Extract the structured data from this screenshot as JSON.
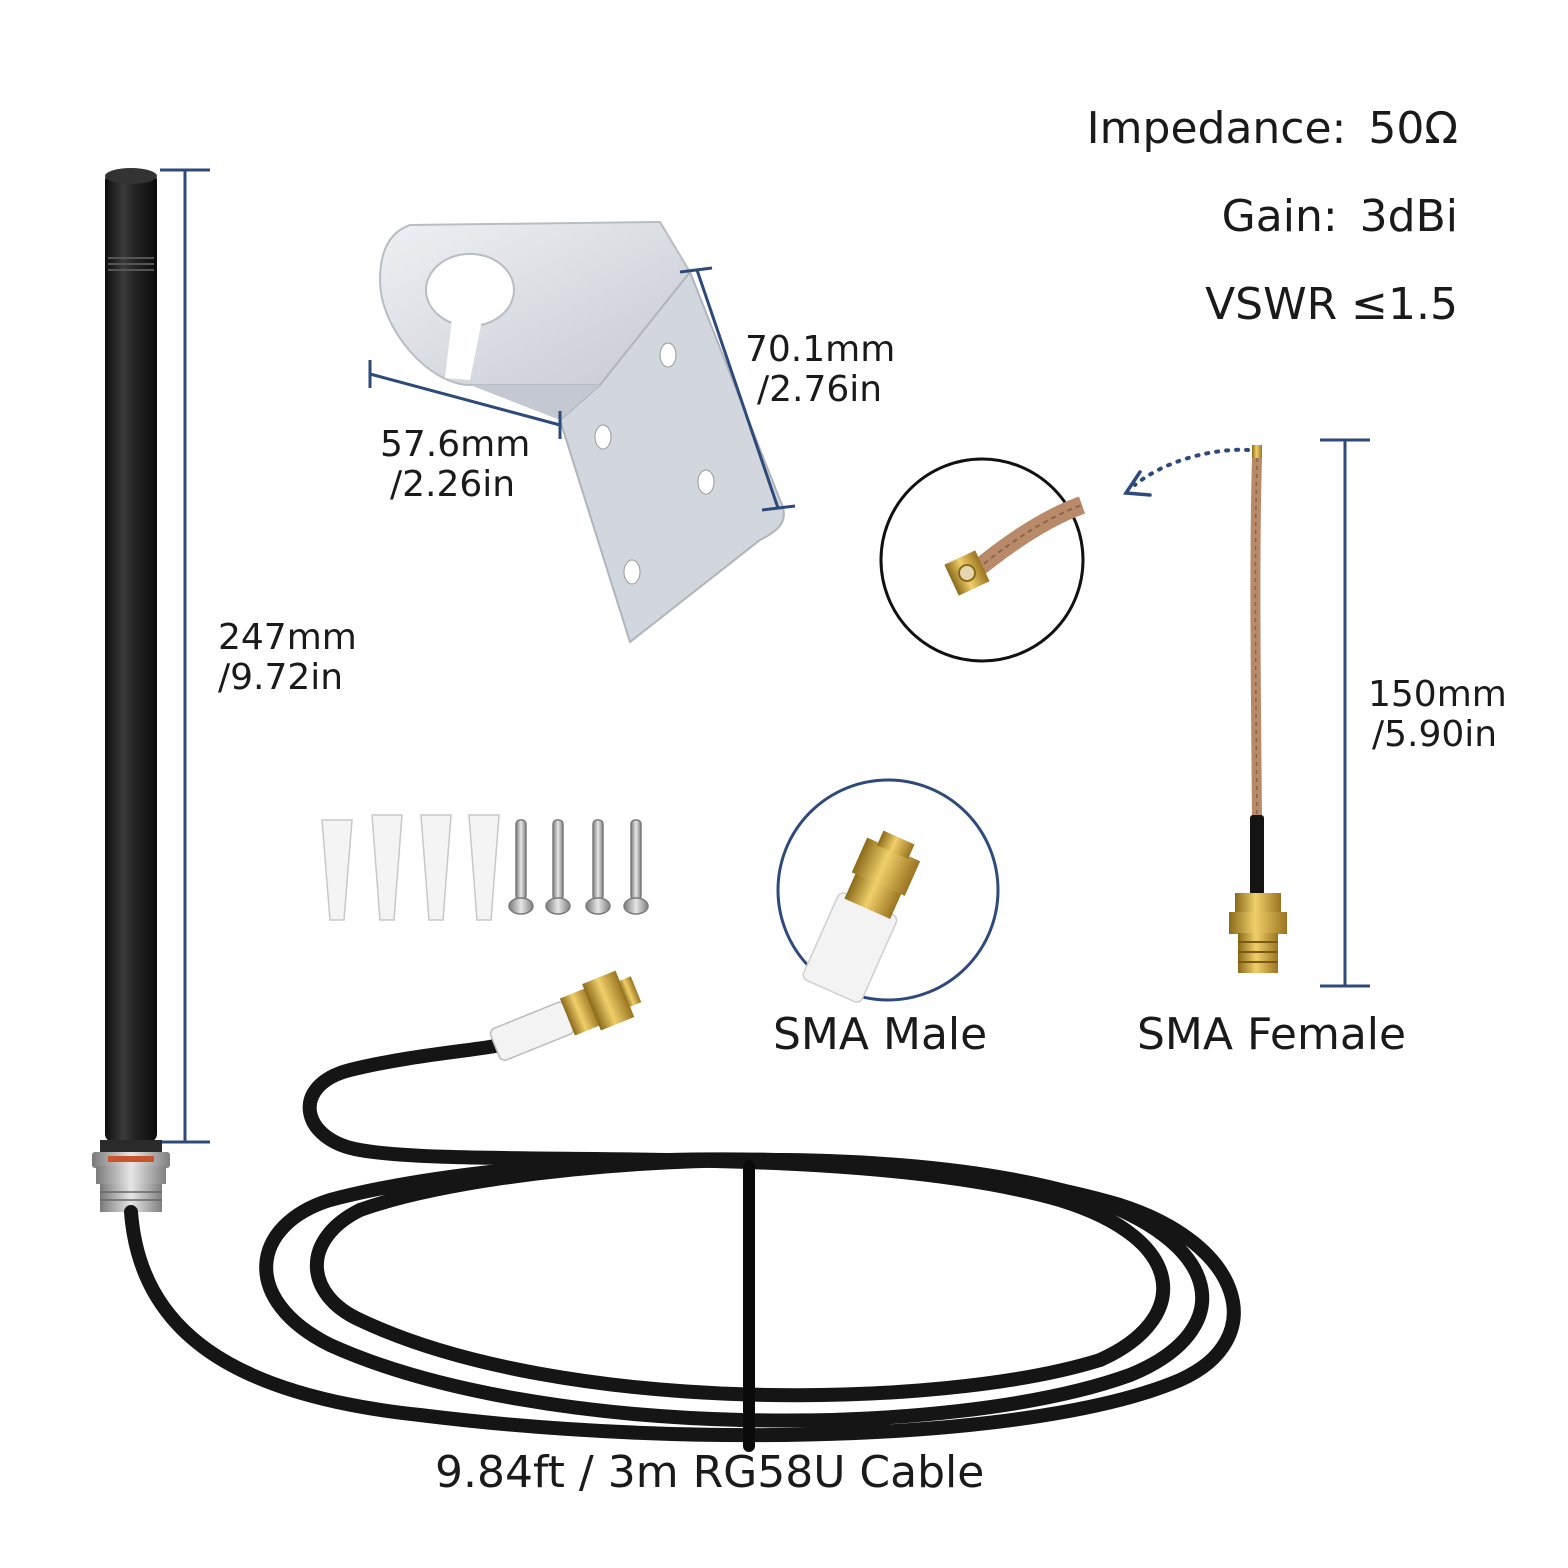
{
  "specs": {
    "impedance_label": "Impedance:",
    "impedance_value": "50Ω",
    "gain_label": "Gain:",
    "gain_value": "3dBi",
    "vswr": "VSWR ≤1.5"
  },
  "dimensions": {
    "antenna_mm": "247mm",
    "antenna_in": "/9.72in",
    "bracket_height_mm": "70.1mm",
    "bracket_height_in": "/2.76in",
    "bracket_width_mm": "57.6mm",
    "bracket_width_in": "/2.26in",
    "pigtail_mm": "150mm",
    "pigtail_in": "/5.90in"
  },
  "captions": {
    "sma_male": "SMA Male",
    "sma_female": "SMA Female",
    "cable": "9.84ft / 3m RG58U Cable"
  },
  "colors": {
    "dimension_line": "#2d4a7a",
    "antenna_black": "#1c1c1c",
    "bracket_metal": "#d9dce2",
    "gold": "#c9a23a",
    "copper_cable": "#b98a6a"
  }
}
